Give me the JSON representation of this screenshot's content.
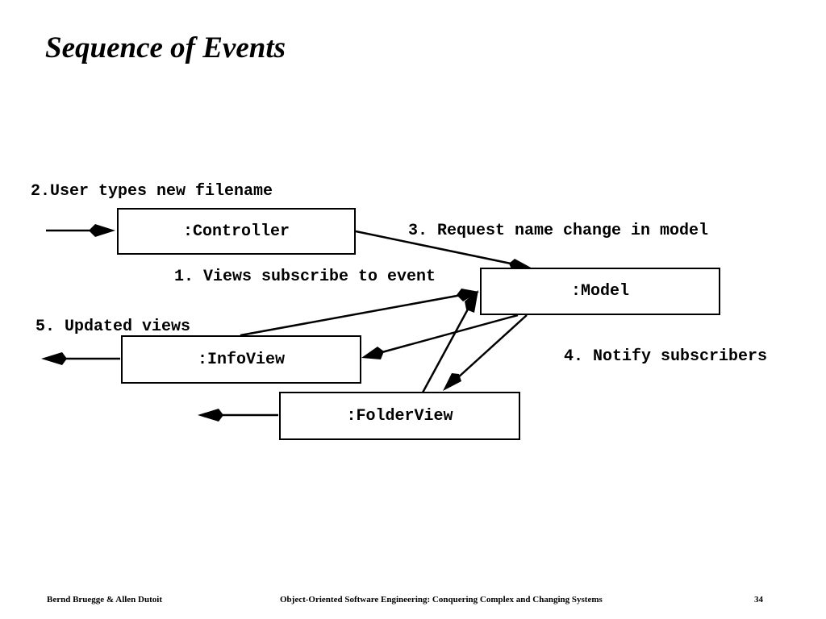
{
  "slide": {
    "title": "Sequence of Events"
  },
  "objects": {
    "controller": ":Controller",
    "model": ":Model",
    "infoview": ":InfoView",
    "folderview": ":FolderView"
  },
  "messages": {
    "user_types": "2.User types new filename",
    "request_change": "3. Request name change in model",
    "subscribe": "1. Views subscribe to event",
    "updated_views": "5. Updated views",
    "notify": "4. Notify subscribers"
  },
  "footer": {
    "authors": "Bernd Bruegge & Allen Dutoit",
    "book": "Object-Oriented Software Engineering: Conquering Complex and Changing Systems",
    "page": "34"
  }
}
